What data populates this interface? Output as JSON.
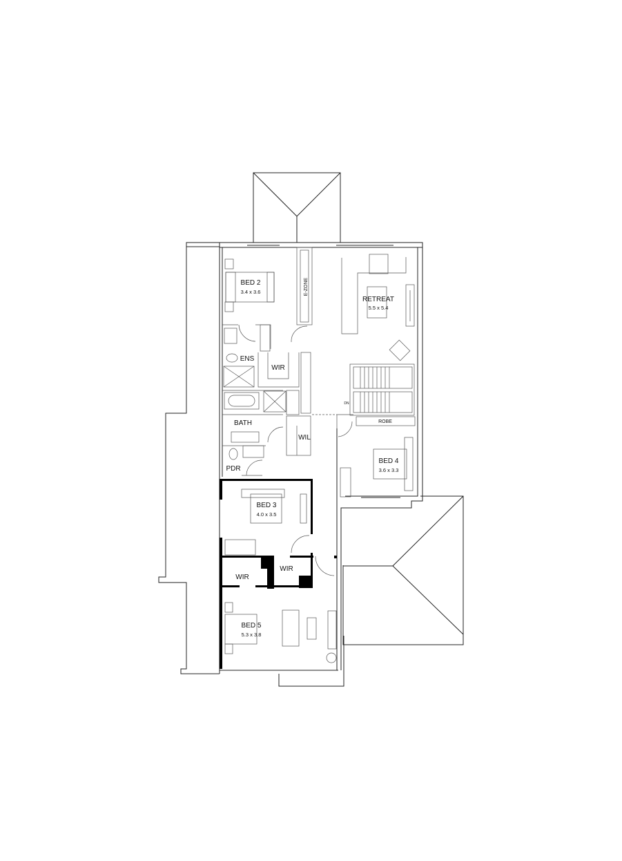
{
  "rooms": {
    "bed2": {
      "name": "BED 2",
      "size": "3.4 x 3.6"
    },
    "ezone": {
      "name": "E-ZONE"
    },
    "retreat": {
      "name": "RETREAT",
      "size": "5.5 x 5.4"
    },
    "ens": {
      "name": "ENS"
    },
    "wir1": {
      "name": "WIR"
    },
    "bath": {
      "name": "BATH"
    },
    "wil": {
      "name": "WIL"
    },
    "pdr": {
      "name": "PDR"
    },
    "robe": {
      "name": "ROBE"
    },
    "stair": {
      "name": "DN"
    },
    "bed4": {
      "name": "BED 4",
      "size": "3.6 x 3.3"
    },
    "bed3": {
      "name": "BED 3",
      "size": "4.0 x 3.5"
    },
    "wir2": {
      "name": "WIR"
    },
    "wir3": {
      "name": "WIR"
    },
    "bed5": {
      "name": "BED 5",
      "size": "5.3 x 3.8"
    }
  }
}
